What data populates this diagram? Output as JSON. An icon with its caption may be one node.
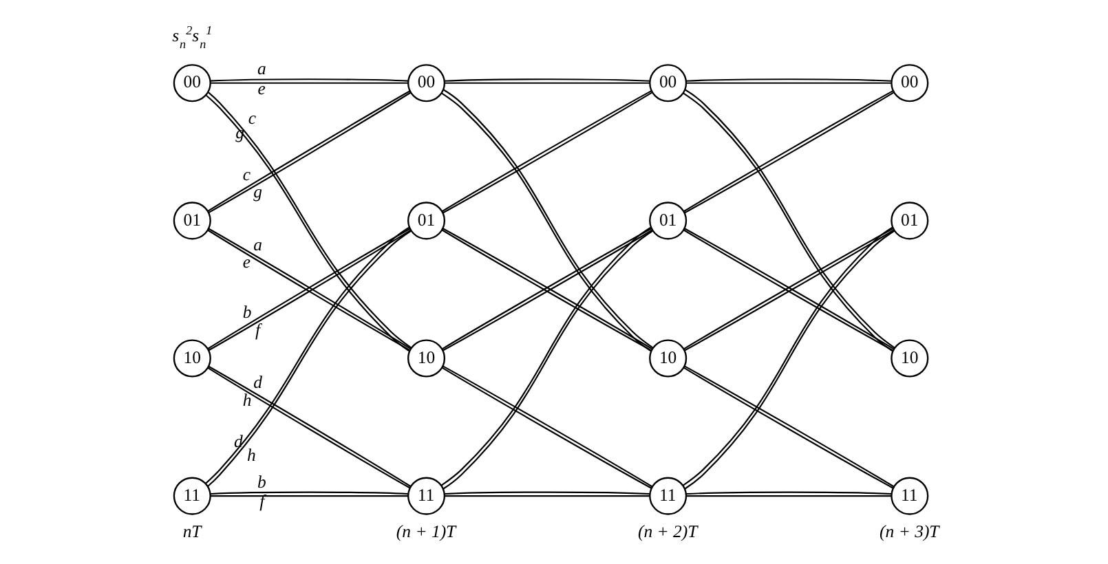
{
  "diagram": {
    "nodes": [
      {
        "text": [
          "00"
        ]
      },
      {
        "text": [
          "00"
        ]
      },
      {
        "text": [
          "00"
        ]
      },
      {
        "text": [
          "00"
        ]
      },
      {
        "text": [
          "01"
        ]
      },
      {
        "text": [
          "01"
        ]
      },
      {
        "text": [
          "01"
        ]
      },
      {
        "text": [
          "01"
        ]
      },
      {
        "text": [
          "10"
        ]
      },
      {
        "text": [
          "10"
        ]
      },
      {
        "text": [
          "10"
        ]
      },
      {
        "text": [
          "10"
        ]
      },
      {
        "text": [
          "11"
        ]
      },
      {
        "text": [
          "11"
        ]
      },
      {
        "text": [
          "11"
        ]
      },
      {
        "text": [
          "11"
        ]
      }
    ],
    "edges": [
      {
        "from": 0,
        "to": 1,
        "arrow": "none",
        "label": "a"
      },
      {
        "from": 0,
        "to": 1,
        "arrow": "none",
        "label": "e"
      },
      {
        "from": 0,
        "to": 9,
        "arrow": "none",
        "label": "c"
      },
      {
        "from": 0,
        "to": 9,
        "arrow": "none",
        "label": "g"
      },
      {
        "from": 4,
        "to": 1,
        "arrow": "none",
        "label": "c"
      },
      {
        "from": 4,
        "to": 1,
        "arrow": "none",
        "label": "g"
      },
      {
        "from": 4,
        "to": 9,
        "arrow": "none",
        "label": "a"
      },
      {
        "from": 4,
        "to": 9,
        "arrow": "none",
        "label": "e"
      },
      {
        "from": 8,
        "to": 5,
        "arrow": "none",
        "label": "b"
      },
      {
        "from": 8,
        "to": 5,
        "arrow": "none",
        "label": "f"
      },
      {
        "from": 8,
        "to": 13,
        "arrow": "none",
        "label": "d"
      },
      {
        "from": 8,
        "to": 13,
        "arrow": "none",
        "label": "h"
      },
      {
        "from": 12,
        "to": 5,
        "arrow": "none",
        "label": "d"
      },
      {
        "from": 12,
        "to": 5,
        "arrow": "none",
        "label": "h"
      },
      {
        "from": 12,
        "to": 13,
        "arrow": "none",
        "label": "b"
      },
      {
        "from": 12,
        "to": 13,
        "arrow": "none",
        "label": "f"
      },
      {
        "from": 1,
        "to": 2,
        "arrow": "none"
      },
      {
        "from": 1,
        "to": 2,
        "arrow": "none"
      },
      {
        "from": 1,
        "to": 10,
        "arrow": "none"
      },
      {
        "from": 1,
        "to": 10,
        "arrow": "none"
      },
      {
        "from": 5,
        "to": 2,
        "arrow": "none"
      },
      {
        "from": 5,
        "to": 2,
        "arrow": "none"
      },
      {
        "from": 5,
        "to": 10,
        "arrow": "none"
      },
      {
        "from": 5,
        "to": 10,
        "arrow": "none"
      },
      {
        "from": 9,
        "to": 6,
        "arrow": "none"
      },
      {
        "from": 9,
        "to": 6,
        "arrow": "none"
      },
      {
        "from": 9,
        "to": 14,
        "arrow": "none"
      },
      {
        "from": 9,
        "to": 14,
        "arrow": "none"
      },
      {
        "from": 13,
        "to": 6,
        "arrow": "none"
      },
      {
        "from": 13,
        "to": 6,
        "arrow": "none"
      },
      {
        "from": 13,
        "to": 14,
        "arrow": "none"
      },
      {
        "from": 13,
        "to": 14,
        "arrow": "none"
      },
      {
        "from": 2,
        "to": 3,
        "arrow": "none"
      },
      {
        "from": 2,
        "to": 3,
        "arrow": "none"
      },
      {
        "from": 2,
        "to": 11,
        "arrow": "none"
      },
      {
        "from": 2,
        "to": 11,
        "arrow": "none"
      },
      {
        "from": 6,
        "to": 3,
        "arrow": "none"
      },
      {
        "from": 6,
        "to": 3,
        "arrow": "none"
      },
      {
        "from": 6,
        "to": 11,
        "arrow": "none"
      },
      {
        "from": 6,
        "to": 11,
        "arrow": "none"
      },
      {
        "from": 10,
        "to": 7,
        "arrow": "none"
      },
      {
        "from": 10,
        "to": 7,
        "arrow": "none"
      },
      {
        "from": 10,
        "to": 15,
        "arrow": "none"
      },
      {
        "from": 10,
        "to": 15,
        "arrow": "none"
      },
      {
        "from": 14,
        "to": 7,
        "arrow": "none"
      },
      {
        "from": 14,
        "to": 7,
        "arrow": "none"
      },
      {
        "from": 14,
        "to": 15,
        "arrow": "none"
      },
      {
        "from": 14,
        "to": 15,
        "arrow": "none"
      }
    ],
    "labels": [
      "s$_{n}$$^{2}$s$_{n}$$^{1}$",
      "nT",
      "(n + 1)T",
      "(n + 2)T",
      "(n + 3)T"
    ]
  }
}
